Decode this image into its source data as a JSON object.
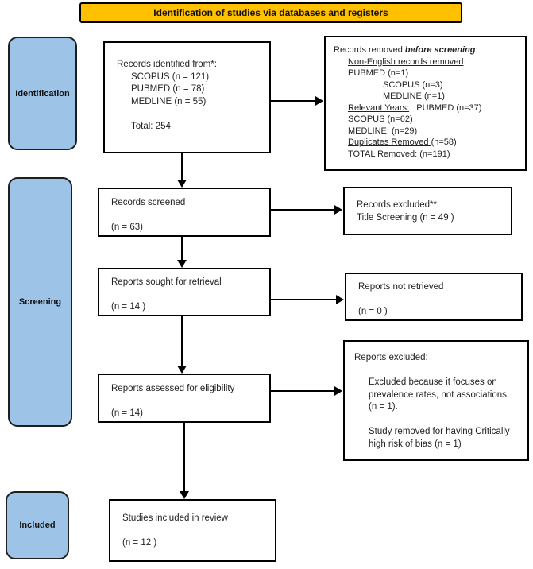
{
  "title_banner": "Identification of studies via databases and registers",
  "colors": {
    "banner_bg": "#FFC000",
    "stage_bg": "#9DC3E6",
    "box_border": "#000000",
    "arrow": "#000000"
  },
  "stages": {
    "identification": "Identification",
    "screening": "Screening",
    "included": "Included"
  },
  "boxes": {
    "records_identified": {
      "lines": [
        {
          "text": "Records identified from*:"
        },
        {
          "text": "SCOPUS (n = 121)",
          "indent": 1
        },
        {
          "text": "PUBMED (n = 78)",
          "indent": 1
        },
        {
          "text": "MEDLINE (n = 55)",
          "indent": 1
        },
        {
          "text": ""
        },
        {
          "text": "Total: 254",
          "indent": 1
        }
      ]
    },
    "records_removed": {
      "lines": [
        {
          "seg": [
            {
              "t": "Records removed "
            },
            {
              "t": "before screening",
              "s": "bi"
            },
            {
              "t": ":"
            }
          ]
        },
        {
          "seg": [
            {
              "t": "Non-English records removed",
              "s": "u"
            },
            {
              "t": ":"
            }
          ],
          "indent": 1
        },
        {
          "text": "PUBMED (n=1)",
          "indent": 1
        },
        {
          "text": "SCOPUS (n=3)",
          "indent": 2
        },
        {
          "text": "MEDLINE (n=1)",
          "indent": 2
        },
        {
          "seg": [
            {
              "t": "Relevant Years:",
              "s": "u"
            },
            {
              "t": "   PUBMED (n=37)"
            }
          ],
          "indent": 1
        },
        {
          "text": "SCOPUS (n=62)",
          "indent": 1
        },
        {
          "text": "MEDLINE: (n=29)",
          "indent": 1
        },
        {
          "seg": [
            {
              "t": "Duplicates Removed ",
              "s": "u"
            },
            {
              "t": "(n=58)"
            }
          ],
          "indent": 1
        },
        {
          "text": "TOTAL Removed: (n=191)",
          "indent": 1
        }
      ]
    },
    "records_screened": {
      "lines": [
        {
          "text": "Records screened"
        },
        {
          "text": ""
        },
        {
          "text": "(n = 63)"
        }
      ]
    },
    "records_excluded": {
      "lines": [
        {
          "text": "Records excluded**"
        },
        {
          "text": "Title Screening (n = 49 )"
        }
      ]
    },
    "reports_sought": {
      "lines": [
        {
          "text": "Reports sought for retrieval"
        },
        {
          "text": ""
        },
        {
          "text": "(n = 14 )"
        }
      ]
    },
    "reports_not_retrieved": {
      "lines": [
        {
          "text": "Reports not retrieved"
        },
        {
          "text": ""
        },
        {
          "text": "(n = 0 )"
        }
      ]
    },
    "reports_assessed": {
      "lines": [
        {
          "text": "Reports assessed for eligibility"
        },
        {
          "text": ""
        },
        {
          "text": "(n = 14)"
        }
      ]
    },
    "reports_excluded": {
      "lines": [
        {
          "text": "Reports excluded:"
        },
        {
          "text": ""
        },
        {
          "text": "Excluded because it focuses on prevalence rates, not associations. (n = 1).",
          "indent": 1
        },
        {
          "text": ""
        },
        {
          "text": "Study removed for having Critically high risk of bias (n = 1)",
          "indent": 1
        }
      ]
    },
    "studies_included": {
      "lines": [
        {
          "text": "Studies included in review"
        },
        {
          "text": ""
        },
        {
          "text": "(n = 12 )"
        }
      ]
    }
  }
}
